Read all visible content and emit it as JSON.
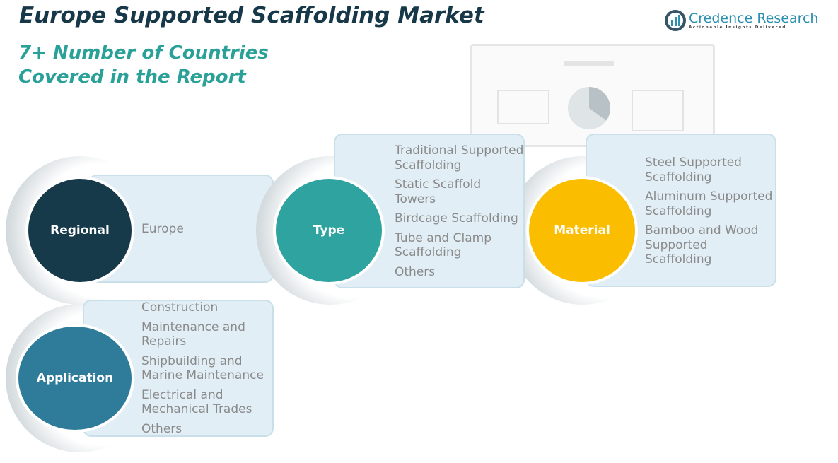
{
  "title": "Europe Supported Scaffolding Market",
  "subtitle_line1": "7+ Number of Countries",
  "subtitle_line2": "Covered in the Report",
  "logo": {
    "name": "Credence Research",
    "tagline": "Actionable Insights Delivered"
  },
  "segments": [
    {
      "label": "Regional",
      "color": "#163a4a",
      "items": [
        "Europe"
      ]
    },
    {
      "label": "Type",
      "color": "#2fa3a0",
      "items": [
        "Traditional Supported Scaffolding",
        "Static Scaffold Towers",
        "Birdcage Scaffolding",
        "Tube and Clamp Scaffolding",
        "Others"
      ]
    },
    {
      "label": "Material",
      "color": "#fbbd00",
      "items": [
        "Steel Supported Scaffolding",
        "Aluminum Supported Scaffolding",
        "Bamboo and Wood Supported Scaffolding"
      ]
    },
    {
      "label": "Application",
      "color": "#2e7b9a",
      "items": [
        "Construction",
        "Maintenance and Repairs",
        "Shipbuilding and Marine Maintenance",
        "Electrical and Mechanical Trades",
        "Others"
      ]
    }
  ]
}
